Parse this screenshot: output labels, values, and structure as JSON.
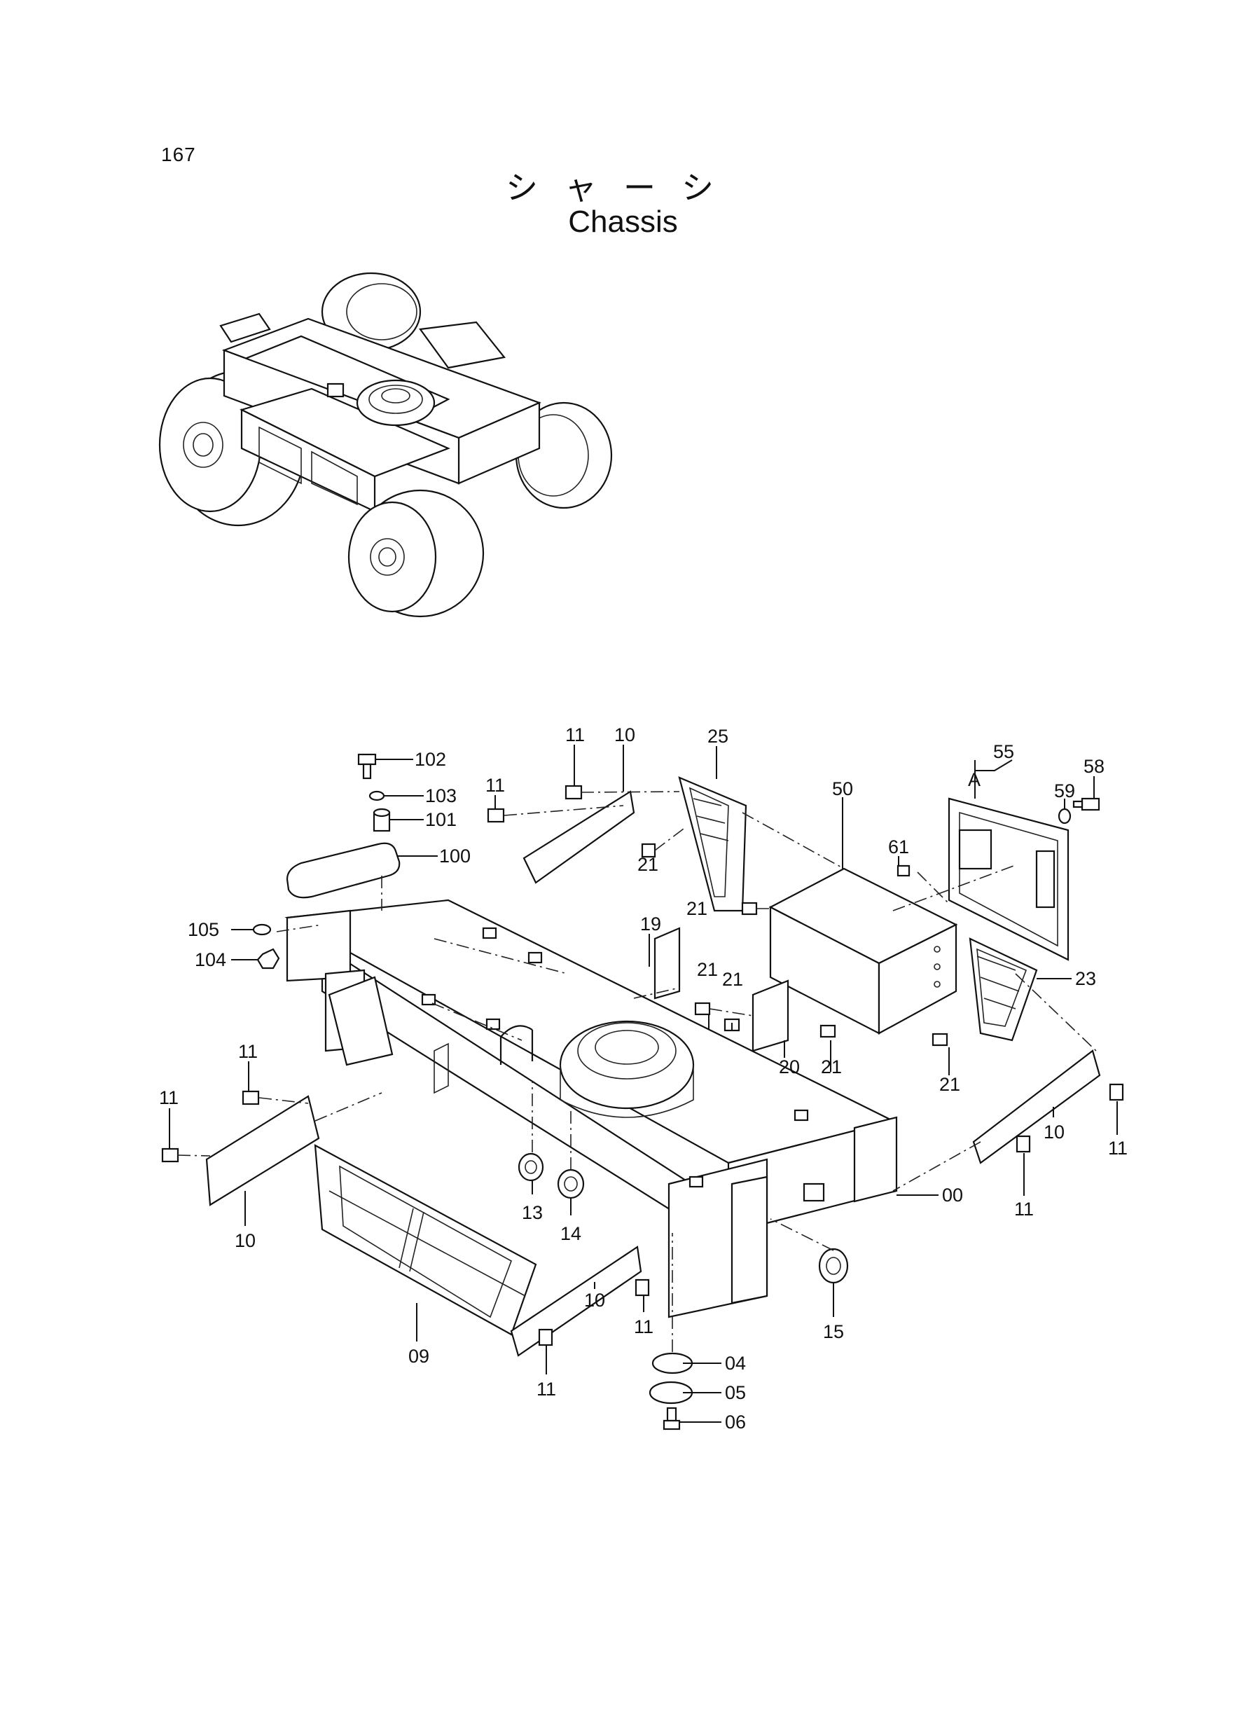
{
  "page": {
    "number": "167",
    "title_jp": "シャーシ",
    "title_en": "Chassis"
  },
  "callouts": {
    "p00": "00",
    "p04": "04",
    "p05": "05",
    "p06": "06",
    "p09": "09",
    "p10": "10",
    "p11": "11",
    "p13": "13",
    "p14": "14",
    "p15": "15",
    "p19": "19",
    "p20": "20",
    "p21": "21",
    "p23": "23",
    "p25": "25",
    "p50": "50",
    "p55": "55",
    "p58": "58",
    "p59": "59",
    "p61": "61",
    "p100": "100",
    "p101": "101",
    "p102": "102",
    "p103": "103",
    "p104": "104",
    "p105": "105",
    "detail_a": "A"
  },
  "colors": {
    "ink": "#111111",
    "paper": "#ffffff",
    "stipple": "#9a9a9a"
  }
}
